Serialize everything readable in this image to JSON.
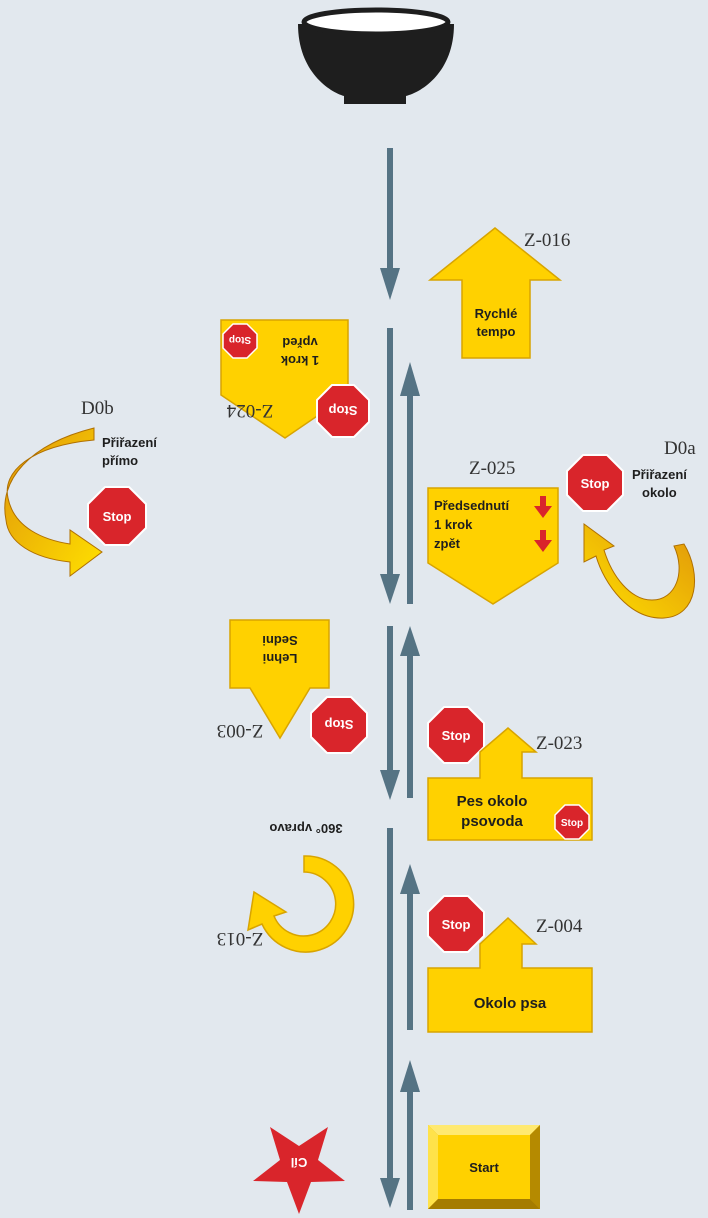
{
  "colors": {
    "background": "#e2e8ee",
    "sign_yellow": "#ffd100",
    "sign_outline": "#d8a400",
    "stop_red": "#d9252b",
    "arrow_steel": "#557384",
    "bowl": "#1e1e1e",
    "curve_gradient_start": "#e0950a",
    "curve_gradient_end": "#ffe000"
  },
  "signs": {
    "z016": {
      "code": "Z-016",
      "line1": "Rychlé",
      "line2": "tempo"
    },
    "z024": {
      "code": "Z-024",
      "line1": "1 krok",
      "line2": "vpřed",
      "stop1": "Stop",
      "stop2": "Stop"
    },
    "d0b": {
      "code": "D0b",
      "line1": "Přiřazení",
      "line2": "přímo",
      "stop": "Stop"
    },
    "z025": {
      "code": "Z-025",
      "line1": "Předsednutí",
      "line2": "1 krok",
      "line3": "zpět"
    },
    "d0a": {
      "code": "D0a",
      "line1": "Přiřazení",
      "line2": "okolo",
      "stop": "Stop"
    },
    "z003": {
      "code": "Z-003",
      "line1": "Lehni",
      "line2": "Sedni",
      "stop": "Stop"
    },
    "z023": {
      "code": "Z-023",
      "line1": "Pes okolo",
      "line2": "psovoda",
      "stop1": "Stop",
      "stop2": "Stop"
    },
    "z013": {
      "code": "Z-013",
      "label": "360° vpravo"
    },
    "z004": {
      "code": "Z-004",
      "label": "Okolo psa",
      "stop": "Stop"
    },
    "start": {
      "label": "Start"
    },
    "finish": {
      "label": "Cíl"
    }
  },
  "icons": {
    "bowl": "bowl-icon",
    "stop": "stop-sign-icon",
    "flow": "flow-arrow-icon",
    "curve": "curved-arrow-icon",
    "star": "star-icon",
    "turn": "circular-arrow-icon"
  }
}
